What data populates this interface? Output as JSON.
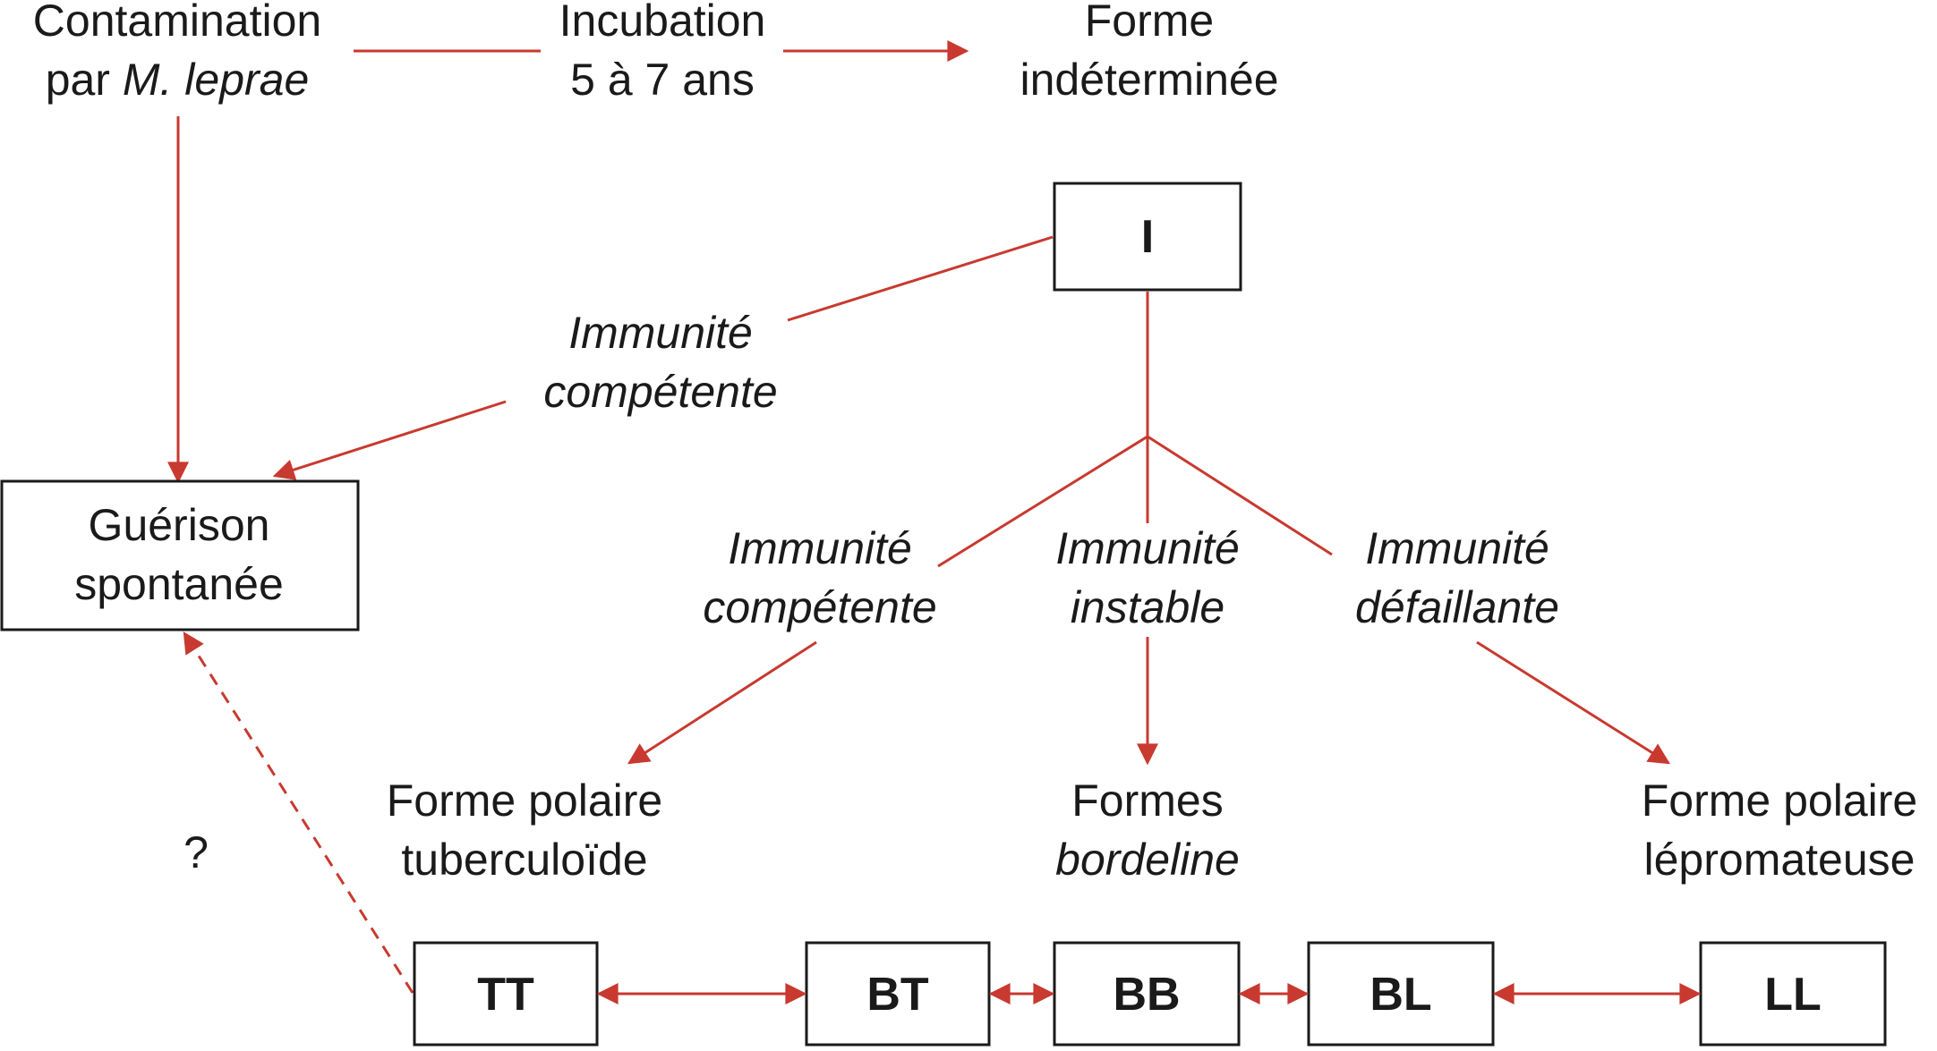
{
  "colors": {
    "arrow": "#c8392f",
    "box_border": "#1a1a1a",
    "text": "#1a1a1a",
    "background": "#ffffff"
  },
  "nodes": {
    "contamination": {
      "line1": "Contamination",
      "line2_prefix": "par ",
      "line2_italic": "M. leprae"
    },
    "incubation": {
      "line1": "Incubation",
      "line2": "5 à 7 ans"
    },
    "indeterminate": {
      "line1": "Forme",
      "line2": "indéterminée"
    },
    "i_box": "I",
    "spontaneous_healing": {
      "line1": "Guérison",
      "line2": "spontanée"
    },
    "immunity_competent_top": {
      "line1": "Immunité",
      "line2": "compétente"
    },
    "immunity_competent": {
      "line1": "Immunité",
      "line2": "compétente"
    },
    "immunity_unstable": {
      "line1": "Immunité",
      "line2": "instable"
    },
    "immunity_failing": {
      "line1": "Immunité",
      "line2": "défaillante"
    },
    "tuberculoid": {
      "line1": "Forme polaire",
      "line2": "tuberculoïde"
    },
    "borderline": {
      "line1": "Formes",
      "line2": "bordeline"
    },
    "lepromatous": {
      "line1": "Forme polaire",
      "line2": "lépromateuse"
    },
    "question": "?",
    "spectrum": [
      "TT",
      "BT",
      "BB",
      "BL",
      "LL"
    ]
  }
}
